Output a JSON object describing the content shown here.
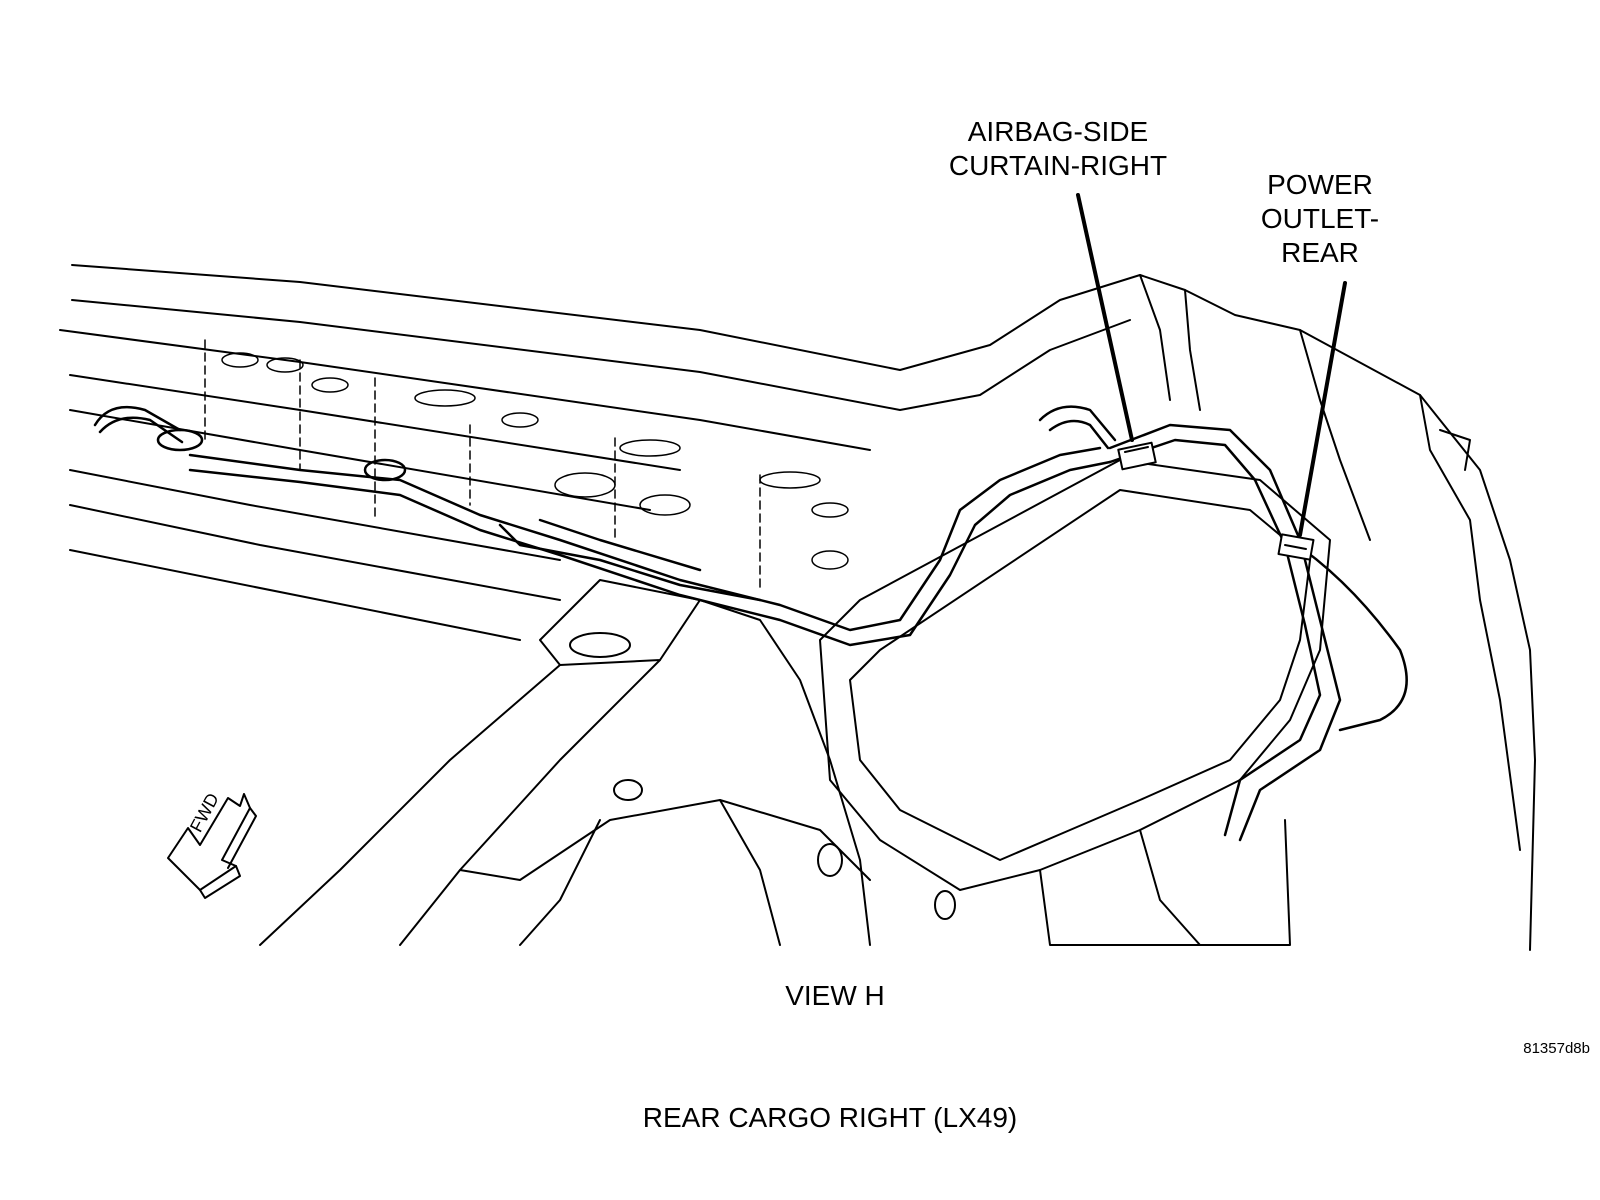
{
  "callouts": {
    "airbag": {
      "line1": "AIRBAG-SIDE",
      "line2": "CURTAIN-RIGHT"
    },
    "power": {
      "line1": "POWER",
      "line2": "OUTLET-",
      "line3": "REAR"
    }
  },
  "view_label": "VIEW H",
  "figure_id": "81357d8b",
  "caption": "REAR CARGO RIGHT  (LX49)",
  "direction_arrow": {
    "text": "FWD",
    "icon": "forward-arrow-icon"
  },
  "colors": {
    "line": "#000000",
    "background": "#ffffff"
  }
}
